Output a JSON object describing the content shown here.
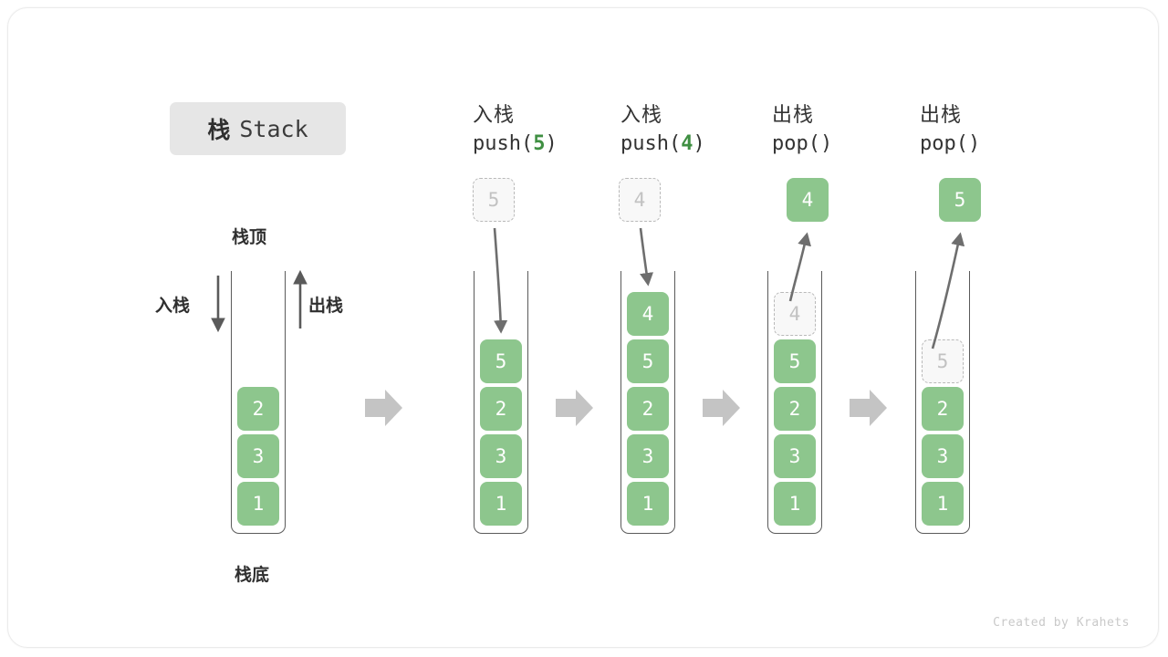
{
  "title": {
    "cn": "栈",
    "en": "Stack"
  },
  "labels": {
    "top": "栈顶",
    "bottom": "栈底",
    "push": "入栈",
    "pop": "出栈"
  },
  "footer": "Created by Krahets",
  "colors": {
    "cell_fill": "#8dc68d",
    "cell_text": "#ffffff",
    "ghost_fill": "#f8f8f8",
    "ghost_border": "#b9b9b9",
    "ghost_text": "#c2c2c2",
    "container_border": "#5a5a5a",
    "block_arrow": "#c4c4c4",
    "thin_arrow": "#6e6e6e",
    "accent_green": "#3f8f42",
    "title_pill": "#e6e6e6"
  },
  "frames": [
    {
      "id": "initial",
      "op_cn": "",
      "op_code": "",
      "op_arg": "",
      "floating": null,
      "stack": [
        "2",
        "3",
        "1"
      ],
      "ghost_in_stack": null,
      "ghost_in_stack_pos": null
    },
    {
      "id": "push-5",
      "op_cn": "入栈",
      "op_code_prefix": "push(",
      "op_arg": "5",
      "op_code_suffix": ")",
      "floating": {
        "value": "5",
        "style": "ghost"
      },
      "stack": [
        "5",
        "2",
        "3",
        "1"
      ],
      "ghost_in_stack": null
    },
    {
      "id": "push-4",
      "op_cn": "入栈",
      "op_code_prefix": "push(",
      "op_arg": "4",
      "op_code_suffix": ")",
      "floating": {
        "value": "4",
        "style": "ghost"
      },
      "stack": [
        "4",
        "5",
        "2",
        "3",
        "1"
      ],
      "ghost_in_stack": null
    },
    {
      "id": "pop-4",
      "op_cn": "出栈",
      "op_code_prefix": "pop(",
      "op_arg": "",
      "op_code_suffix": ")",
      "floating": {
        "value": "4",
        "style": "solid"
      },
      "stack": [
        "5",
        "2",
        "3",
        "1"
      ],
      "ghost_in_stack": {
        "value": "4"
      }
    },
    {
      "id": "pop-5",
      "op_cn": "出栈",
      "op_code_prefix": "pop(",
      "op_arg": "",
      "op_code_suffix": ")",
      "floating": {
        "value": "5",
        "style": "solid"
      },
      "stack": [
        "2",
        "3",
        "1"
      ],
      "ghost_in_stack": {
        "value": "5"
      }
    }
  ]
}
